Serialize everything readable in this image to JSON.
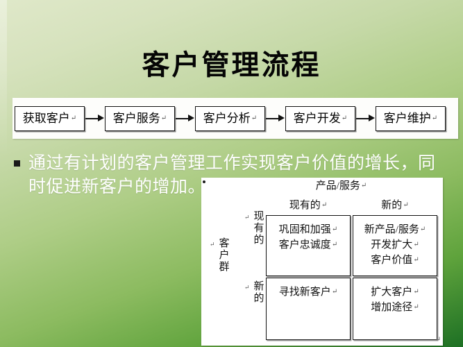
{
  "slide": {
    "title": "客户管理流程",
    "background_top_color": "#dfe8c9",
    "background_bottom_color": "#1d7024"
  },
  "flow": {
    "pilcrow": "↵",
    "steps": [
      {
        "label": "获取客户"
      },
      {
        "label": "客户服务"
      },
      {
        "label": "客户分析"
      },
      {
        "label": "客户开发"
      },
      {
        "label": "客户维护"
      }
    ]
  },
  "bullet": {
    "marker": "■",
    "text": "通过有计划的客户管理工作实现客户价值的增长，同时促进新客户的增加。",
    "text_color": "#ffffff"
  },
  "matrix": {
    "pilcrow": "↵",
    "header": "产品/服务",
    "column_headers": [
      "现有的",
      "新的"
    ],
    "row_axis_label": "客户群",
    "row_headers": [
      "现有的",
      "新的"
    ],
    "cells": {
      "r1c1": [
        "巩固和加强",
        "客户忠诚度"
      ],
      "r1c2": [
        "新产品/服务",
        "开发扩大",
        "客户价值"
      ],
      "r2c1": [
        "寻找新客户"
      ],
      "r2c2": [
        "扩大客户",
        "增加途径"
      ]
    }
  }
}
